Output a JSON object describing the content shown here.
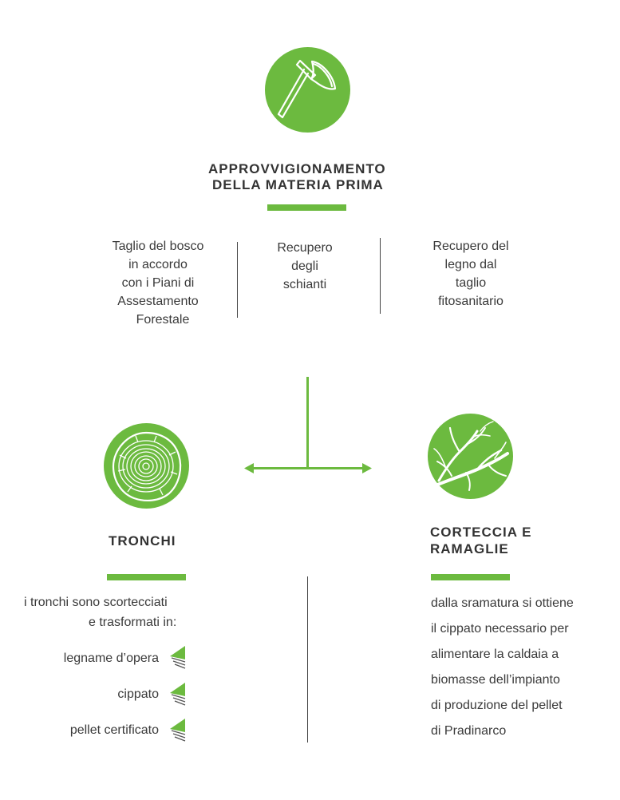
{
  "header": {
    "icon": "axe-icon",
    "title_line1": "APPROVVIGIONAMENTO",
    "title_line2": "DELLA MATERIA PRIMA"
  },
  "sources": [
    {
      "lines": [
        "Taglio del bosco",
        "in accordo",
        "con i Piani di",
        "Assestamento",
        "Forestale"
      ]
    },
    {
      "lines": [
        "Recupero",
        "degli",
        "schianti"
      ]
    },
    {
      "lines": [
        "Recupero del",
        "legno dal",
        "taglio",
        "fitosanitario"
      ]
    }
  ],
  "left_branch": {
    "icon": "tree-rings-icon",
    "title": "TRONCHI",
    "intro_line1": "i tronchi sono scortecciati",
    "intro_line2": "e trasformati in:",
    "items": [
      "legname d’opera",
      "cippato",
      "pellet certificato"
    ]
  },
  "right_branch": {
    "icon": "branches-icon",
    "title_line1": "CORTECCIA E",
    "title_line2": "RAMAGLIE",
    "lines": [
      "dalla sramatura si ottiene",
      "il cippato necessario per",
      "alimentare la caldaia a",
      "biomasse dell’impianto",
      "di produzione del pellet",
      "di Pradinarco"
    ]
  },
  "colors": {
    "accent": "#6cba3f",
    "text": "#3a3a3a"
  }
}
